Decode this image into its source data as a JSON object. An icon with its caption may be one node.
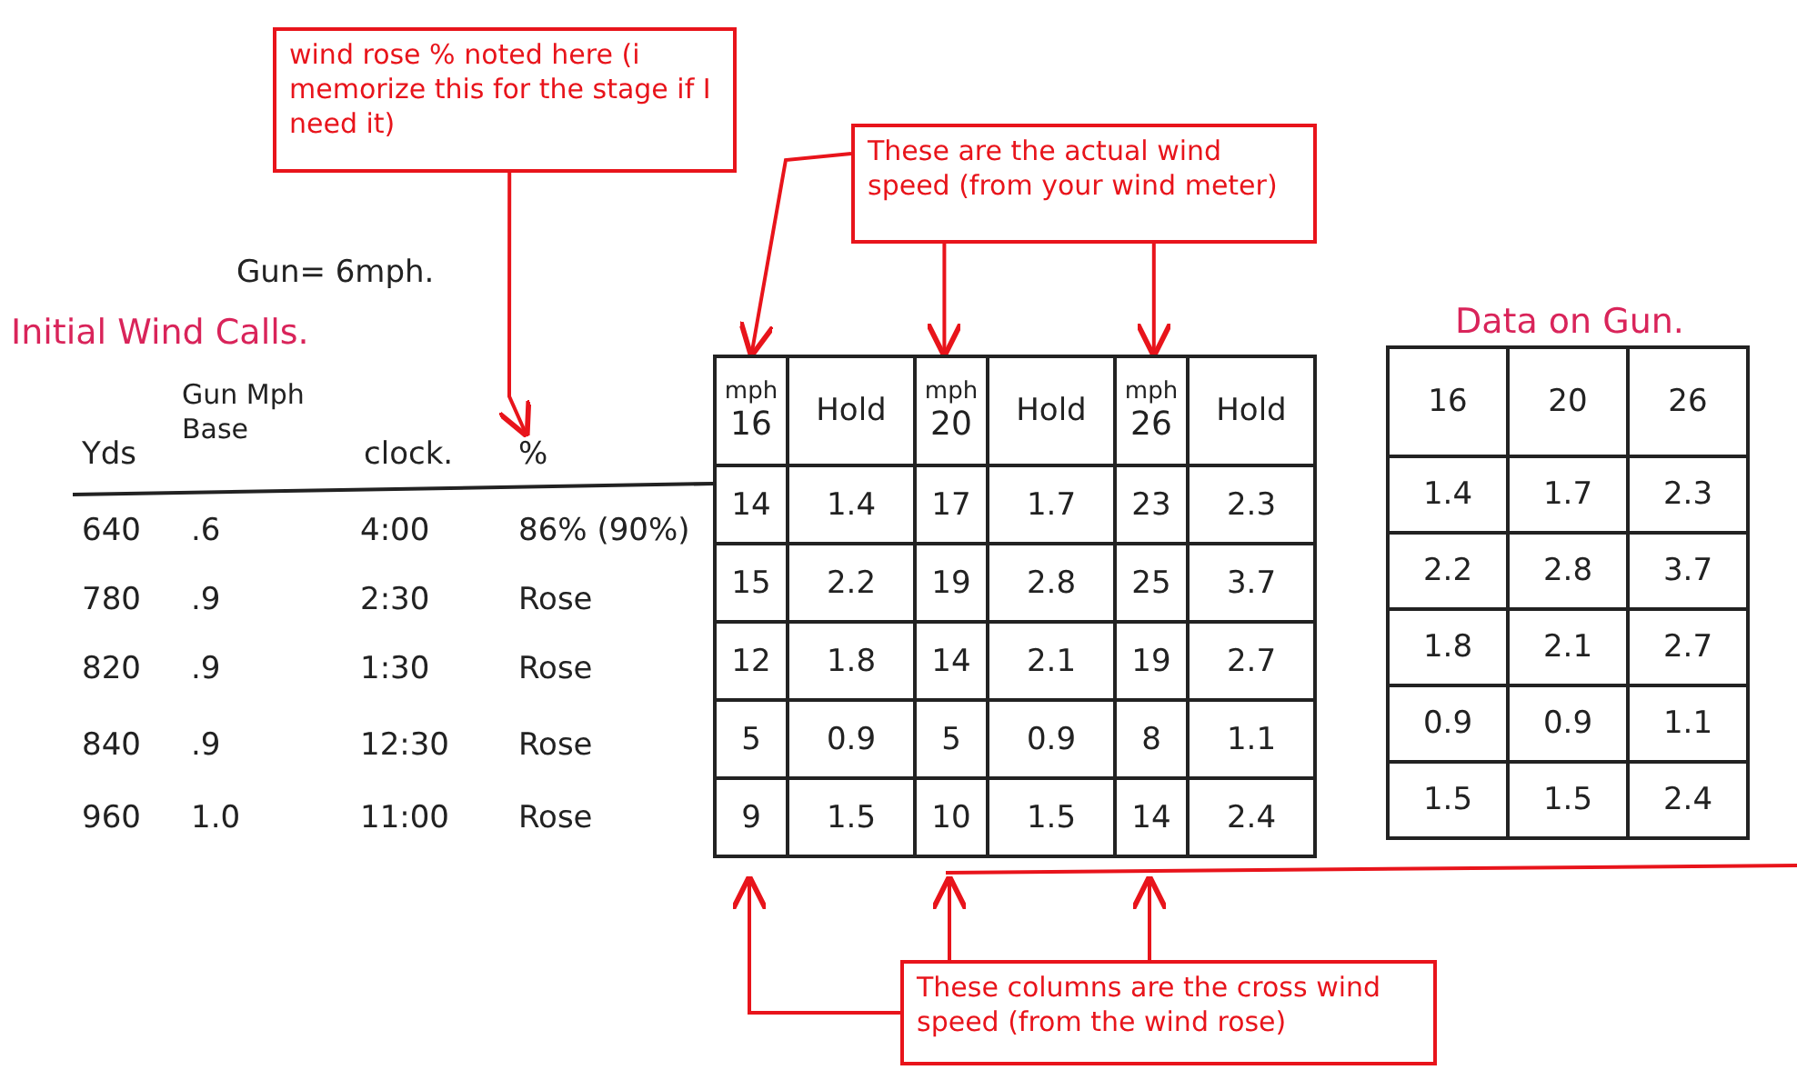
{
  "diagram": {
    "nodes": [
      {
        "text": [
          "wind rose % noted here (i memorize this for the stage if I need it)"
        ]
      },
      {
        "text": [
          "These are the actual wind speed (from your wind meter)"
        ]
      },
      {
        "text": [
          "%"
        ]
      },
      {
        "text": [
          "mph",
          "16"
        ]
      },
      {
        "text": [
          "mph",
          "20"
        ]
      },
      {
        "text": [
          "mph",
          "26"
        ]
      },
      {
        "text": [
          "These columns are the cross wind speed (from the wind rose)"
        ]
      }
    ],
    "edges": [
      {
        "from": 0,
        "to": 2,
        "arrow": "to"
      },
      {
        "from": 1,
        "to": 3,
        "arrow": "to"
      },
      {
        "from": 1,
        "to": 4,
        "arrow": "to"
      },
      {
        "from": 1,
        "to": 5,
        "arrow": "to"
      },
      {
        "from": 6,
        "to": null,
        "arrow": "to"
      },
      {
        "from": 6,
        "to": null,
        "arrow": "to"
      },
      {
        "from": 6,
        "to": null,
        "arrow": "to"
      }
    ],
    "labels": [
      "Gun= 6mph.",
      "Initial Wind Calls.",
      "Data on Gun.",
      "Yds",
      "Gun Mph Base",
      "clock.",
      "640",
      ".6",
      "4:00",
      "86% (90%)",
      "780",
      ".9",
      "2:30",
      "Rose",
      "820",
      ".9",
      "1:30",
      "Rose",
      "840",
      ".9",
      "12:30",
      "Rose",
      "960",
      "1.0",
      "11:00",
      "Rose",
      "Hold",
      "Hold",
      "Hold",
      "14",
      "1.4",
      "17",
      "1.7",
      "23",
      "2.3",
      "15",
      "2.2",
      "19",
      "2.8",
      "25",
      "3.7",
      "12",
      "1.8",
      "14",
      "2.1",
      "19",
      "2.7",
      "5",
      "0.9",
      "5",
      "0.9",
      "8",
      "1.1",
      "9",
      "1.5",
      "10",
      "1.5",
      "14",
      "2.4",
      "16",
      "20",
      "26",
      "1.4",
      "1.7",
      "2.3",
      "2.2",
      "2.8",
      "3.7",
      "1.8",
      "2.1",
      "2.7",
      "0.9",
      "0.9",
      "1.1",
      "1.5",
      "1.5",
      "2.4"
    ]
  }
}
